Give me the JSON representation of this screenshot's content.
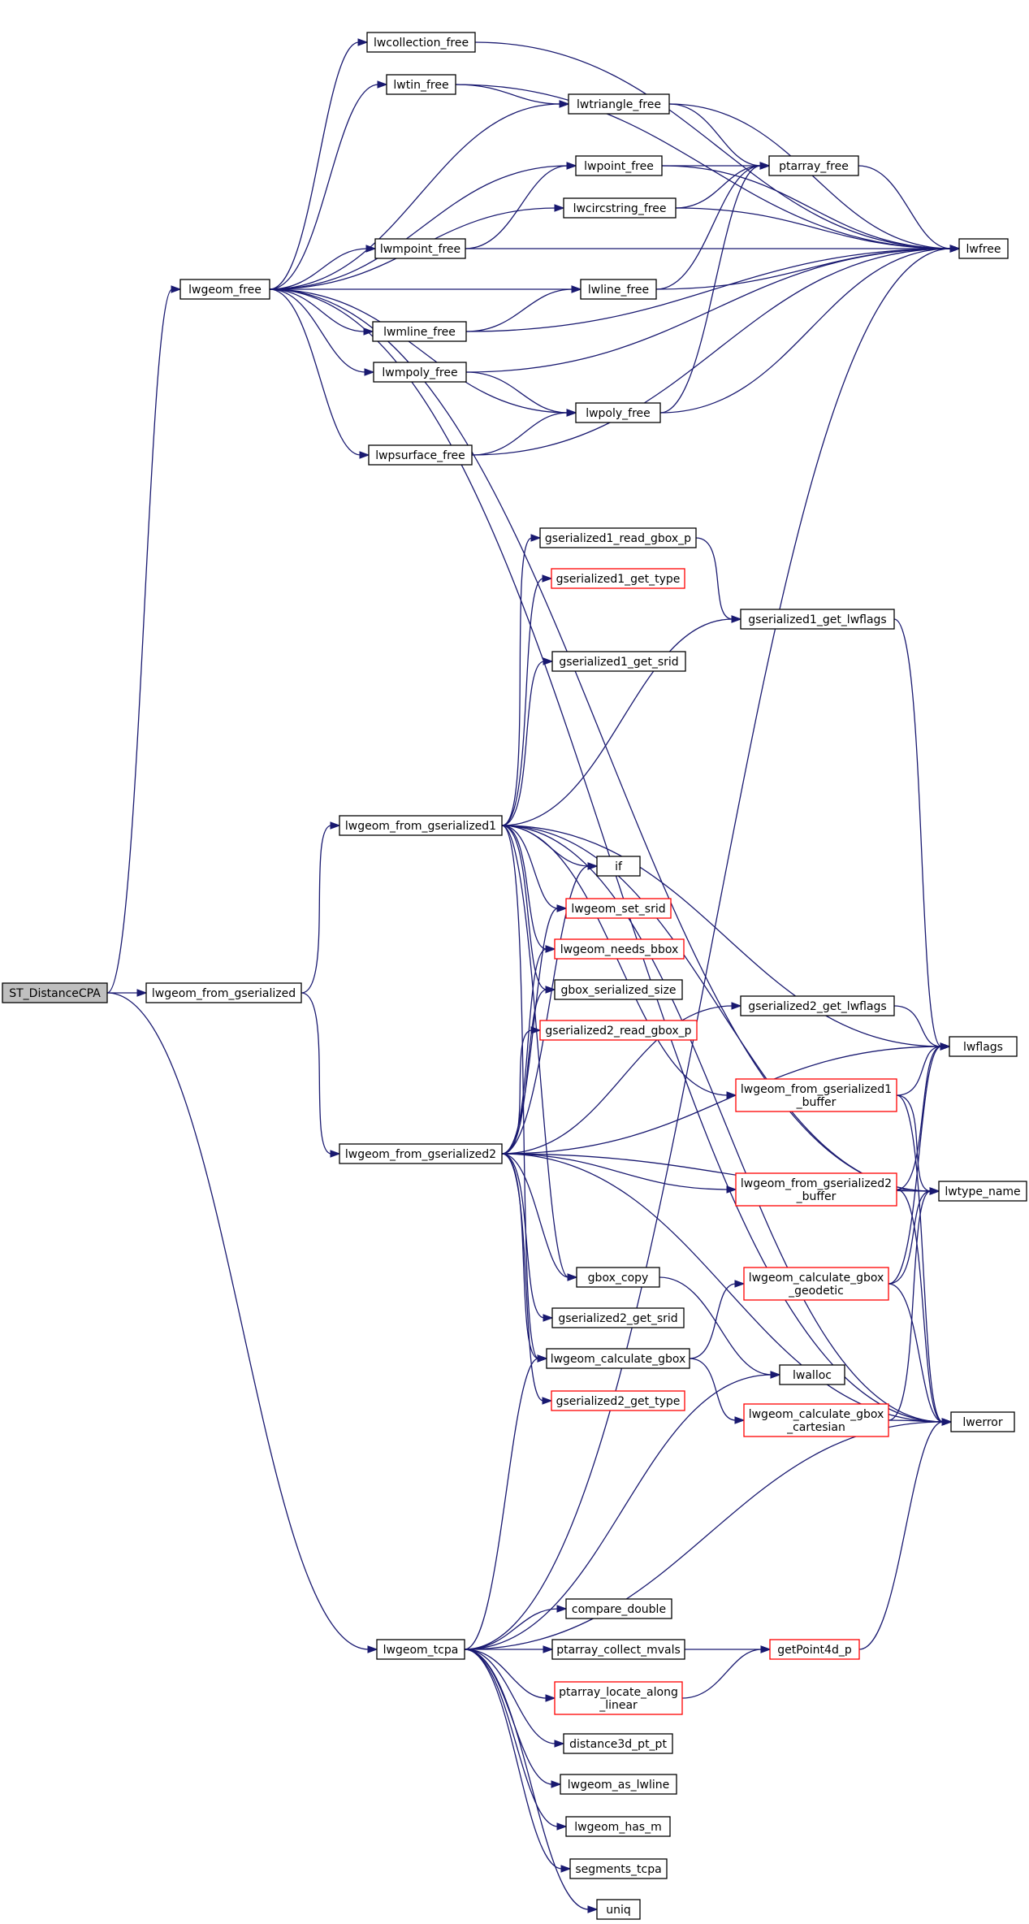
{
  "colors": {
    "edge": "#191970",
    "node_border": "#000000",
    "node_border_truncated": "#ff0000",
    "root_fill": "#bfbfbf",
    "background": "#ffffff"
  },
  "nodes": [
    {
      "id": "st_distancecpa",
      "lines": [
        "ST_DistanceCPA"
      ],
      "style": "root"
    },
    {
      "id": "lwgeom_from_gserialized",
      "lines": [
        "lwgeom_from_gserialized"
      ],
      "style": "black"
    },
    {
      "id": "lwgeom_free",
      "lines": [
        "lwgeom_free"
      ],
      "style": "black"
    },
    {
      "id": "lwgeom_tcpa",
      "lines": [
        "lwgeom_tcpa"
      ],
      "style": "black"
    },
    {
      "id": "lwcollection_free",
      "lines": [
        "lwcollection_free"
      ],
      "style": "black"
    },
    {
      "id": "lwtin_free",
      "lines": [
        "lwtin_free"
      ],
      "style": "black"
    },
    {
      "id": "lwtriangle_free",
      "lines": [
        "lwtriangle_free"
      ],
      "style": "black"
    },
    {
      "id": "lwpoint_free",
      "lines": [
        "lwpoint_free"
      ],
      "style": "black"
    },
    {
      "id": "ptarray_free",
      "lines": [
        "ptarray_free"
      ],
      "style": "black"
    },
    {
      "id": "lwcircstring_free",
      "lines": [
        "lwcircstring_free"
      ],
      "style": "black"
    },
    {
      "id": "lwfree",
      "lines": [
        "lwfree"
      ],
      "style": "black"
    },
    {
      "id": "lwmpoint_free",
      "lines": [
        "lwmpoint_free"
      ],
      "style": "black"
    },
    {
      "id": "lwline_free",
      "lines": [
        "lwline_free"
      ],
      "style": "black"
    },
    {
      "id": "lwmline_free",
      "lines": [
        "lwmline_free"
      ],
      "style": "black"
    },
    {
      "id": "lwmpoly_free",
      "lines": [
        "lwmpoly_free"
      ],
      "style": "black"
    },
    {
      "id": "lwpoly_free",
      "lines": [
        "lwpoly_free"
      ],
      "style": "black"
    },
    {
      "id": "lwpsurface_free",
      "lines": [
        "lwpsurface_free"
      ],
      "style": "black"
    },
    {
      "id": "gserialized1_read_gbox_p",
      "lines": [
        "gserialized1_read_gbox_p"
      ],
      "style": "black"
    },
    {
      "id": "gserialized1_get_type",
      "lines": [
        "gserialized1_get_type"
      ],
      "style": "red"
    },
    {
      "id": "gserialized1_get_lwflags",
      "lines": [
        "gserialized1_get_lwflags"
      ],
      "style": "black"
    },
    {
      "id": "gserialized1_get_srid",
      "lines": [
        "gserialized1_get_srid"
      ],
      "style": "black"
    },
    {
      "id": "lwgeom_from_gserialized1",
      "lines": [
        "lwgeom_from_gserialized1"
      ],
      "style": "black"
    },
    {
      "id": "if",
      "lines": [
        "if"
      ],
      "style": "black"
    },
    {
      "id": "lwgeom_set_srid",
      "lines": [
        "lwgeom_set_srid"
      ],
      "style": "red"
    },
    {
      "id": "lwgeom_needs_bbox",
      "lines": [
        "lwgeom_needs_bbox"
      ],
      "style": "red"
    },
    {
      "id": "gbox_serialized_size",
      "lines": [
        "gbox_serialized_size"
      ],
      "style": "black"
    },
    {
      "id": "gserialized2_read_gbox_p",
      "lines": [
        "gserialized2_read_gbox_p"
      ],
      "style": "red"
    },
    {
      "id": "gserialized2_get_lwflags",
      "lines": [
        "gserialized2_get_lwflags"
      ],
      "style": "black"
    },
    {
      "id": "lwflags",
      "lines": [
        "lwflags"
      ],
      "style": "black"
    },
    {
      "id": "lwgeom_from_gserialized1_buffer",
      "lines": [
        "lwgeom_from_gserialized1",
        "_buffer"
      ],
      "style": "red"
    },
    {
      "id": "lwgeom_from_gserialized2",
      "lines": [
        "lwgeom_from_gserialized2"
      ],
      "style": "black"
    },
    {
      "id": "lwgeom_from_gserialized2_buffer",
      "lines": [
        "lwgeom_from_gserialized2",
        "_buffer"
      ],
      "style": "red"
    },
    {
      "id": "lwtype_name",
      "lines": [
        "lwtype_name"
      ],
      "style": "black"
    },
    {
      "id": "gbox_copy",
      "lines": [
        "gbox_copy"
      ],
      "style": "black"
    },
    {
      "id": "lwgeom_calculate_gbox_geodetic",
      "lines": [
        "lwgeom_calculate_gbox",
        "_geodetic"
      ],
      "style": "red"
    },
    {
      "id": "gserialized2_get_srid",
      "lines": [
        "gserialized2_get_srid"
      ],
      "style": "black"
    },
    {
      "id": "lwgeom_calculate_gbox",
      "lines": [
        "lwgeom_calculate_gbox"
      ],
      "style": "black"
    },
    {
      "id": "lwalloc",
      "lines": [
        "lwalloc"
      ],
      "style": "black"
    },
    {
      "id": "gserialized2_get_type",
      "lines": [
        "gserialized2_get_type"
      ],
      "style": "red"
    },
    {
      "id": "lwgeom_calculate_gbox_cartesian",
      "lines": [
        "lwgeom_calculate_gbox",
        "_cartesian"
      ],
      "style": "red"
    },
    {
      "id": "lwerror",
      "lines": [
        "lwerror"
      ],
      "style": "black"
    },
    {
      "id": "compare_double",
      "lines": [
        "compare_double"
      ],
      "style": "black"
    },
    {
      "id": "ptarray_collect_mvals",
      "lines": [
        "ptarray_collect_mvals"
      ],
      "style": "black"
    },
    {
      "id": "getpoint4d_p",
      "lines": [
        "getPoint4d_p"
      ],
      "style": "red"
    },
    {
      "id": "ptarray_locate_along_linear",
      "lines": [
        "ptarray_locate_along",
        "_linear"
      ],
      "style": "red"
    },
    {
      "id": "distance3d_pt_pt",
      "lines": [
        "distance3d_pt_pt"
      ],
      "style": "black"
    },
    {
      "id": "lwgeom_as_lwline",
      "lines": [
        "lwgeom_as_lwline"
      ],
      "style": "black"
    },
    {
      "id": "lwgeom_has_m",
      "lines": [
        "lwgeom_has_m"
      ],
      "style": "black"
    },
    {
      "id": "segments_tcpa",
      "lines": [
        "segments_tcpa"
      ],
      "style": "black"
    },
    {
      "id": "uniq",
      "lines": [
        "uniq"
      ],
      "style": "black"
    }
  ],
  "edges": [
    [
      "st_distancecpa",
      "lwgeom_from_gserialized"
    ],
    [
      "st_distancecpa",
      "lwgeom_free"
    ],
    [
      "st_distancecpa",
      "lwgeom_tcpa"
    ],
    [
      "lwgeom_from_gserialized",
      "lwgeom_from_gserialized1"
    ],
    [
      "lwgeom_from_gserialized",
      "lwgeom_from_gserialized2"
    ],
    [
      "lwgeom_free",
      "lwcollection_free"
    ],
    [
      "lwgeom_free",
      "lwtin_free"
    ],
    [
      "lwgeom_free",
      "lwtriangle_free"
    ],
    [
      "lwgeom_free",
      "lwpoint_free"
    ],
    [
      "lwgeom_free",
      "lwcircstring_free"
    ],
    [
      "lwgeom_free",
      "lwmpoint_free"
    ],
    [
      "lwgeom_free",
      "lwline_free"
    ],
    [
      "lwgeom_free",
      "lwmline_free"
    ],
    [
      "lwgeom_free",
      "lwmpoly_free"
    ],
    [
      "lwgeom_free",
      "lwpoly_free"
    ],
    [
      "lwgeom_free",
      "lwpsurface_free"
    ],
    [
      "lwgeom_free",
      "lwtype_name"
    ],
    [
      "lwgeom_free",
      "lwerror"
    ],
    [
      "lwcollection_free",
      "lwfree"
    ],
    [
      "lwtin_free",
      "lwtriangle_free"
    ],
    [
      "lwtin_free",
      "lwfree"
    ],
    [
      "lwtriangle_free",
      "ptarray_free"
    ],
    [
      "lwtriangle_free",
      "lwfree"
    ],
    [
      "lwpoint_free",
      "ptarray_free"
    ],
    [
      "lwpoint_free",
      "lwfree"
    ],
    [
      "ptarray_free",
      "lwfree"
    ],
    [
      "lwcircstring_free",
      "ptarray_free"
    ],
    [
      "lwcircstring_free",
      "lwfree"
    ],
    [
      "lwmpoint_free",
      "lwpoint_free"
    ],
    [
      "lwmpoint_free",
      "lwfree"
    ],
    [
      "lwline_free",
      "ptarray_free"
    ],
    [
      "lwline_free",
      "lwfree"
    ],
    [
      "lwmline_free",
      "lwline_free"
    ],
    [
      "lwmline_free",
      "lwfree"
    ],
    [
      "lwmpoly_free",
      "lwpoly_free"
    ],
    [
      "lwmpoly_free",
      "lwfree"
    ],
    [
      "lwpoly_free",
      "ptarray_free"
    ],
    [
      "lwpoly_free",
      "lwfree"
    ],
    [
      "lwpsurface_free",
      "lwpoly_free"
    ],
    [
      "lwpsurface_free",
      "lwfree"
    ],
    [
      "gserialized1_read_gbox_p",
      "gserialized1_get_lwflags"
    ],
    [
      "gserialized1_get_lwflags",
      "lwflags"
    ],
    [
      "lwgeom_from_gserialized1",
      "gserialized1_read_gbox_p"
    ],
    [
      "lwgeom_from_gserialized1",
      "gserialized1_get_type"
    ],
    [
      "lwgeom_from_gserialized1",
      "gserialized1_get_lwflags"
    ],
    [
      "lwgeom_from_gserialized1",
      "gserialized1_get_srid"
    ],
    [
      "lwgeom_from_gserialized1",
      "lwflags"
    ],
    [
      "lwgeom_from_gserialized1",
      "lwgeom_from_gserialized1_buffer"
    ],
    [
      "lwgeom_from_gserialized1",
      "lwtype_name"
    ],
    [
      "lwgeom_from_gserialized1",
      "lwerror"
    ],
    [
      "lwgeom_from_gserialized1",
      "if"
    ],
    [
      "lwgeom_from_gserialized1",
      "lwgeom_set_srid"
    ],
    [
      "lwgeom_from_gserialized1",
      "lwgeom_needs_bbox"
    ],
    [
      "lwgeom_from_gserialized1",
      "gbox_serialized_size"
    ],
    [
      "lwgeom_from_gserialized1",
      "gbox_copy"
    ],
    [
      "lwgeom_from_gserialized1",
      "lwgeom_calculate_gbox"
    ],
    [
      "lwgeom_from_gserialized1_buffer",
      "lwflags"
    ],
    [
      "lwgeom_from_gserialized1_buffer",
      "lwtype_name"
    ],
    [
      "lwgeom_from_gserialized1_buffer",
      "lwerror"
    ],
    [
      "lwgeom_from_gserialized2",
      "if"
    ],
    [
      "lwgeom_from_gserialized2",
      "lwgeom_set_srid"
    ],
    [
      "lwgeom_from_gserialized2",
      "lwgeom_needs_bbox"
    ],
    [
      "lwgeom_from_gserialized2",
      "gbox_serialized_size"
    ],
    [
      "lwgeom_from_gserialized2",
      "gserialized2_read_gbox_p"
    ],
    [
      "lwgeom_from_gserialized2",
      "gserialized2_get_lwflags"
    ],
    [
      "lwgeom_from_gserialized2",
      "lwflags"
    ],
    [
      "lwgeom_from_gserialized2",
      "lwgeom_from_gserialized2_buffer"
    ],
    [
      "lwgeom_from_gserialized2",
      "lwtype_name"
    ],
    [
      "lwgeom_from_gserialized2",
      "gbox_copy"
    ],
    [
      "lwgeom_from_gserialized2",
      "gserialized2_get_srid"
    ],
    [
      "lwgeom_from_gserialized2",
      "lwgeom_calculate_gbox"
    ],
    [
      "lwgeom_from_gserialized2",
      "gserialized2_get_type"
    ],
    [
      "lwgeom_from_gserialized2",
      "lwerror"
    ],
    [
      "gserialized2_get_lwflags",
      "lwflags"
    ],
    [
      "lwgeom_from_gserialized2_buffer",
      "lwtype_name"
    ],
    [
      "lwgeom_from_gserialized2_buffer",
      "lwflags"
    ],
    [
      "lwgeom_from_gserialized2_buffer",
      "lwerror"
    ],
    [
      "gbox_copy",
      "lwalloc"
    ],
    [
      "lwgeom_calculate_gbox",
      "lwgeom_calculate_gbox_geodetic"
    ],
    [
      "lwgeom_calculate_gbox",
      "lwgeom_calculate_gbox_cartesian"
    ],
    [
      "lwgeom_calculate_gbox_geodetic",
      "lwflags"
    ],
    [
      "lwgeom_calculate_gbox_geodetic",
      "lwtype_name"
    ],
    [
      "lwgeom_calculate_gbox_geodetic",
      "lwerror"
    ],
    [
      "lwgeom_calculate_gbox_cartesian",
      "lwtype_name"
    ],
    [
      "lwgeom_calculate_gbox_cartesian",
      "lwerror"
    ],
    [
      "lwgeom_tcpa",
      "lwfree"
    ],
    [
      "lwgeom_tcpa",
      "lwalloc"
    ],
    [
      "lwgeom_tcpa",
      "lwgeom_calculate_gbox"
    ],
    [
      "lwgeom_tcpa",
      "lwerror"
    ],
    [
      "lwgeom_tcpa",
      "compare_double"
    ],
    [
      "lwgeom_tcpa",
      "ptarray_collect_mvals"
    ],
    [
      "lwgeom_tcpa",
      "ptarray_locate_along_linear"
    ],
    [
      "lwgeom_tcpa",
      "distance3d_pt_pt"
    ],
    [
      "lwgeom_tcpa",
      "lwgeom_as_lwline"
    ],
    [
      "lwgeom_tcpa",
      "lwgeom_has_m"
    ],
    [
      "lwgeom_tcpa",
      "segments_tcpa"
    ],
    [
      "lwgeom_tcpa",
      "uniq"
    ],
    [
      "ptarray_collect_mvals",
      "getpoint4d_p"
    ],
    [
      "ptarray_locate_along_linear",
      "getpoint4d_p"
    ],
    [
      "getpoint4d_p",
      "lwerror"
    ]
  ]
}
